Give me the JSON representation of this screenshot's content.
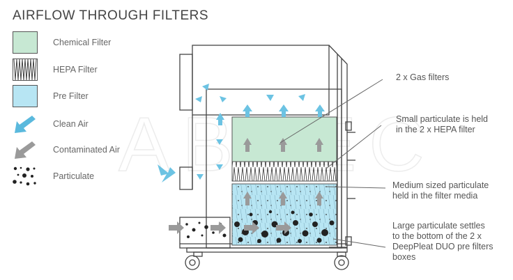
{
  "title": "AIRFLOW THROUGH FILTERS",
  "legend": [
    {
      "label": "Chemical Filter",
      "icon": "chemical-filter-swatch",
      "color": "#c7e8d3"
    },
    {
      "label": "HEPA Filter",
      "icon": "hepa-filter-swatch"
    },
    {
      "label": "Pre Filter",
      "icon": "pre-filter-swatch",
      "color": "#b7e5f3"
    },
    {
      "label": "Clean Air",
      "icon": "clean-air-arrow-icon",
      "color": "#5ab9dd"
    },
    {
      "label": "Contaminated Air",
      "icon": "contaminated-air-arrow-icon",
      "color": "#9a9a9a"
    },
    {
      "label": "Particulate",
      "icon": "particulate-icon",
      "color": "#222222"
    }
  ],
  "callouts": [
    {
      "lines": [
        "2 x Gas filters"
      ]
    },
    {
      "lines": [
        "Small particulate is held",
        "in the 2 x HEPA filter"
      ]
    },
    {
      "lines": [
        "Medium sized particulate",
        "held in the filter media"
      ]
    },
    {
      "lines": [
        "Large particulate settles",
        "to the bottom of the 2 x",
        "DeepPleat DUO pre filters",
        "boxes"
      ]
    }
  ],
  "watermark": "ABTEC"
}
